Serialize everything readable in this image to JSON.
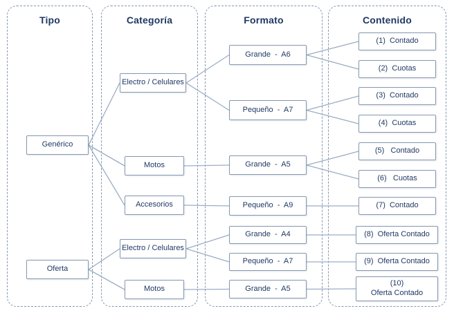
{
  "diagram": {
    "title": "Decision tree: Tipo / Categoría / Formato / Contenido",
    "colors": {
      "text": "#1f3864",
      "box_border": "#8497b0",
      "container_border": "#8497b0",
      "line": "#9badc4",
      "background": "#ffffff"
    },
    "columns": [
      {
        "id": "tipo",
        "header": "Tipo"
      },
      {
        "id": "categoria",
        "header": "Categoría"
      },
      {
        "id": "formato",
        "header": "Formato"
      },
      {
        "id": "contenido",
        "header": "Contenido"
      }
    ],
    "nodes": [
      {
        "id": "generico",
        "column": "tipo",
        "label": "Genérico"
      },
      {
        "id": "oferta",
        "column": "tipo",
        "label": "Oferta"
      },
      {
        "id": "cat-electro-1",
        "column": "categoria",
        "label": "Electro / Celulares"
      },
      {
        "id": "cat-motos-1",
        "column": "categoria",
        "label": "Motos"
      },
      {
        "id": "cat-accesorios",
        "column": "categoria",
        "label": "Accesorios"
      },
      {
        "id": "cat-electro-2",
        "column": "categoria",
        "label": "Electro / Celulares"
      },
      {
        "id": "cat-motos-2",
        "column": "categoria",
        "label": "Motos"
      },
      {
        "id": "fmt-grande-a6",
        "column": "formato",
        "label": "Grande  -  A6"
      },
      {
        "id": "fmt-pequeno-a7",
        "column": "formato",
        "label": "Pequeño  -  A7"
      },
      {
        "id": "fmt-grande-a5",
        "column": "formato",
        "label": "Grande  -  A5"
      },
      {
        "id": "fmt-pequeno-a9",
        "column": "formato",
        "label": "Pequeño  -  A9"
      },
      {
        "id": "fmt-grande-a4",
        "column": "formato",
        "label": "Grande  -  A4"
      },
      {
        "id": "fmt-pequeno-a7b",
        "column": "formato",
        "label": "Pequeño  -  A7"
      },
      {
        "id": "fmt-grande-a5b",
        "column": "formato",
        "label": "Grande  -  A5"
      },
      {
        "id": "c1",
        "column": "contenido",
        "label": "(1)  Contado"
      },
      {
        "id": "c2",
        "column": "contenido",
        "label": "(2)  Cuotas"
      },
      {
        "id": "c3",
        "column": "contenido",
        "label": "(3)  Contado"
      },
      {
        "id": "c4",
        "column": "contenido",
        "label": "(4)  Cuotas"
      },
      {
        "id": "c5",
        "column": "contenido",
        "label": "(5)   Contado"
      },
      {
        "id": "c6",
        "column": "contenido",
        "label": "(6)   Cuotas"
      },
      {
        "id": "c7",
        "column": "contenido",
        "label": "(7)  Contado"
      },
      {
        "id": "c8",
        "column": "contenido",
        "label": "(8)  Oferta Contado"
      },
      {
        "id": "c9",
        "column": "contenido",
        "label": "(9)  Oferta Contado"
      },
      {
        "id": "c10",
        "column": "contenido",
        "label": "(10)\nOferta Contado"
      }
    ],
    "edges": [
      [
        "generico",
        "cat-electro-1"
      ],
      [
        "generico",
        "cat-motos-1"
      ],
      [
        "generico",
        "cat-accesorios"
      ],
      [
        "oferta",
        "cat-electro-2"
      ],
      [
        "oferta",
        "cat-motos-2"
      ],
      [
        "cat-electro-1",
        "fmt-grande-a6"
      ],
      [
        "cat-electro-1",
        "fmt-pequeno-a7"
      ],
      [
        "cat-motos-1",
        "fmt-grande-a5"
      ],
      [
        "cat-accesorios",
        "fmt-pequeno-a9"
      ],
      [
        "cat-electro-2",
        "fmt-grande-a4"
      ],
      [
        "cat-electro-2",
        "fmt-pequeno-a7b"
      ],
      [
        "cat-motos-2",
        "fmt-grande-a5b"
      ],
      [
        "fmt-grande-a6",
        "c1"
      ],
      [
        "fmt-grande-a6",
        "c2"
      ],
      [
        "fmt-pequeno-a7",
        "c3"
      ],
      [
        "fmt-pequeno-a7",
        "c4"
      ],
      [
        "fmt-grande-a5",
        "c5"
      ],
      [
        "fmt-grande-a5",
        "c6"
      ],
      [
        "fmt-pequeno-a9",
        "c7"
      ],
      [
        "fmt-grande-a4",
        "c8"
      ],
      [
        "fmt-pequeno-a7b",
        "c9"
      ],
      [
        "fmt-grande-a5b",
        "c10"
      ]
    ]
  }
}
